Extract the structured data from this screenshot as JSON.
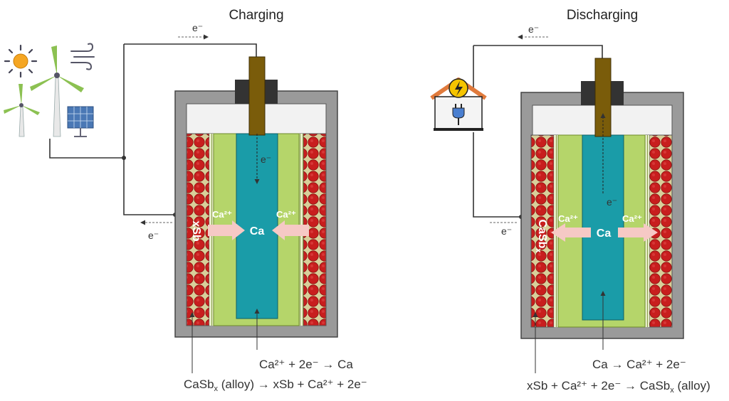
{
  "panels": {
    "charging": {
      "title": "Charging",
      "electron_top": "e⁻",
      "electron_side": "e⁻",
      "electron_inner": "e⁻",
      "ion_left": "Ca²⁺",
      "ion_right": "Ca²⁺",
      "anode_label": "Ca",
      "electrode_label": "xSb",
      "anode_reaction": "Ca²⁺ + 2e⁻ → Ca",
      "cathode_reaction_a": "CaSb",
      "cathode_reaction_sub": "x",
      "cathode_reaction_b": " (alloy) → xSb + Ca²⁺ + 2e⁻"
    },
    "discharging": {
      "title": "Discharging",
      "electron_top": "e⁻",
      "electron_side": "e⁻",
      "electron_inner": "e⁻",
      "ion_left": "Ca²⁺",
      "ion_right": "Ca²⁺",
      "anode_label": "Ca",
      "electrode_label_a": "CaSb",
      "electrode_label_sub": "x",
      "anode_reaction": "Ca → Ca²⁺ + 2e⁻",
      "cathode_reaction_a": "xSb + Ca²⁺ + 2e⁻ → CaSb",
      "cathode_reaction_sub": "x",
      "cathode_reaction_b": " (alloy)"
    }
  },
  "icons": {
    "charging_source": [
      "sun-icon",
      "wind-turbine-icon",
      "wind-icon",
      "solar-panel-icon"
    ],
    "discharging_load": "house-power-icon"
  },
  "colors": {
    "casing": "#9a9a9a",
    "headspace": "#f2f2f2",
    "electrolyte": "#b5d56a",
    "calcium": "#1a9ca8",
    "antimony_bead": "#c81e1e",
    "current_collector": "#7a5c0a",
    "ion_arrow": "#f6c9c5",
    "wire": "#333333"
  }
}
